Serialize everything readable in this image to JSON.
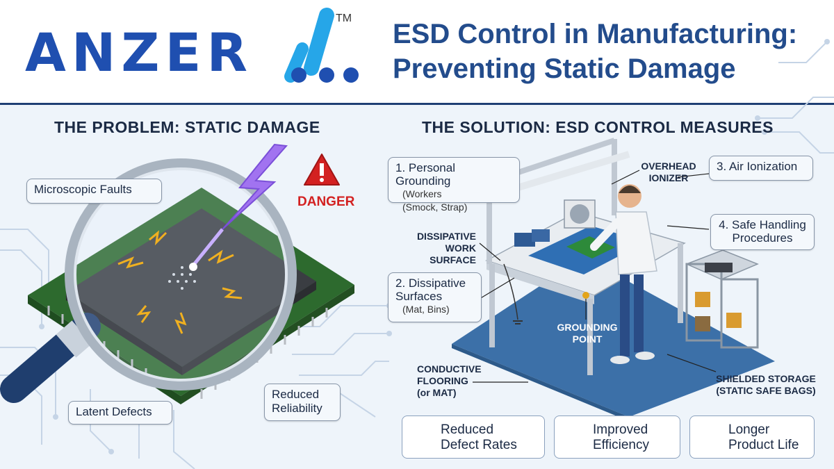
{
  "header": {
    "logo": "ANZER",
    "trademark": "TM",
    "title_line1": "ESD Control in Manufacturing:",
    "title_line2": "Preventing Static Damage"
  },
  "problem": {
    "heading": "THE PROBLEM: STATIC DAMAGE",
    "labels": {
      "microscopic": "Microscopic Faults",
      "latent": "Latent Defects",
      "reliability_1": "Reduced",
      "reliability_2": "Reliability"
    },
    "danger": "DANGER"
  },
  "solution": {
    "heading": "THE SOLUTION: ESD CONTROL MEASURES",
    "personal_grounding": {
      "title": "1. Personal Grounding",
      "sub1": "(Workers",
      "sub2": "(Smock, Strap)"
    },
    "dissipative_surfaces": {
      "title1": "2. Dissipative",
      "title2": "Surfaces",
      "sub": "(Mat, Bins)"
    },
    "air_ionization": "3. Air Ionization",
    "safe_handling": {
      "line1": "4. Safe Handling",
      "line2": "Procedures"
    },
    "tags": {
      "overhead_1": "OVERHEAD",
      "overhead_2": "IONIZER",
      "work_surface_1": "DISSIPATIVE",
      "work_surface_2": "WORK SURFACE",
      "grounding_1": "GROUNDING",
      "grounding_2": "POINT",
      "flooring_1": "CONDUCTIVE",
      "flooring_2": "FLOORING",
      "flooring_3": "(or MAT)",
      "storage_1": "SHIELDED STORAGE",
      "storage_2": "(STATIC SAFE BAGS)"
    }
  },
  "benefits": [
    {
      "line1": "Reduced",
      "line2": "Defect Rates",
      "icon": "clipboard-checklist-icon"
    },
    {
      "line1": "Improved",
      "line2": "Efficiency",
      "icon": "bar-chart-growth-icon"
    },
    {
      "line1": "Longer",
      "line2": "Product Life",
      "icon": "clock-icon"
    }
  ],
  "colors": {
    "brand_blue": "#1f4fb0",
    "title_blue": "#234c8c",
    "danger_red": "#d32121",
    "up_green": "#2aa84a"
  }
}
